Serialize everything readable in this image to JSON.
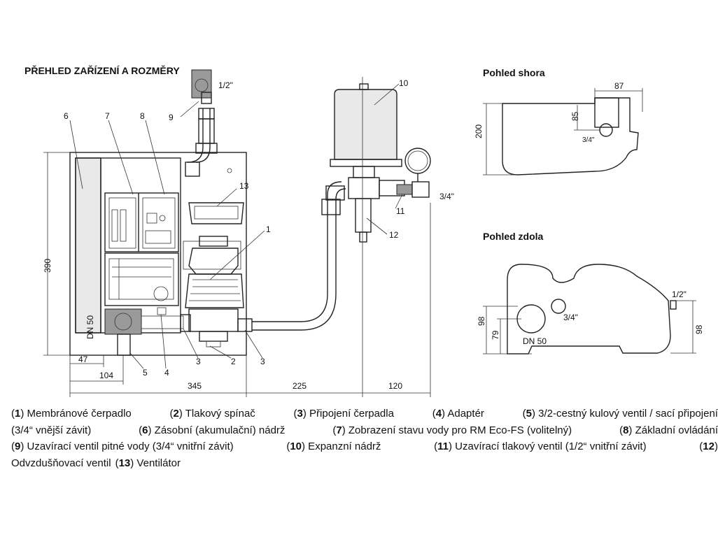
{
  "titles": {
    "main": "PŘEHLED ZAŘÍZENÍ A ROZMĚRY",
    "top_view": "Pohled shora",
    "bottom_view": "Pohled zdola"
  },
  "main_drawing": {
    "callouts": [
      "1",
      "2",
      "3",
      "3",
      "4",
      "5",
      "6",
      "7",
      "8",
      "9",
      "10",
      "11",
      "12",
      "13"
    ],
    "pipe_size_top": "1/2\"",
    "pipe_size_right": "3/4\"",
    "dn_label": "DN 50",
    "dim_height": "390",
    "dim_47": "47",
    "dim_104": "104",
    "dim_345": "345",
    "dim_225": "225",
    "dim_120": "120"
  },
  "top_view": {
    "dim_87": "87",
    "dim_85": "85",
    "dim_200": "200",
    "port_label": "3/4\""
  },
  "bottom_view": {
    "port_label_small": "1/2\"",
    "port_label_large": "3/4\"",
    "dn_label": "DN 50",
    "dim_98_left": "98",
    "dim_79": "79",
    "dim_98_right": "98"
  },
  "legend": {
    "rows": [
      [
        {
          "num": "1",
          "text": " Membránové čerpadlo"
        },
        {
          "num": "2",
          "text": " Tlakový spínač"
        },
        {
          "num": "3",
          "text": " Připojení čerpadla"
        },
        {
          "num": "4",
          "text": " Adaptér"
        },
        {
          "num": "5",
          "text": " 3/2-cestný kulový ventil / sací připojení"
        }
      ],
      [
        {
          "num": "",
          "text": "(3/4“ vnější závit)"
        },
        {
          "num": "6",
          "text": " Zásobní (akumulační) nádrž"
        },
        {
          "num": "7",
          "text": " Zobrazení stavu vody pro RM Eco-FS (volitelný)"
        },
        {
          "num": "8",
          "text": " Základní ovládání"
        }
      ],
      [
        {
          "num": "9",
          "text": " Uzavírací ventil pitné vody (3/4“ vnitřní závit)"
        },
        {
          "num": "10",
          "text": " Expanzní nádrž"
        },
        {
          "num": "11",
          "text": " Uzavírací tlakový ventil (1/2“ vnitřní závit)"
        },
        {
          "num": "12",
          "text": ""
        }
      ],
      [
        {
          "num": "",
          "text": "Odvzdušňovací ventil"
        },
        {
          "num": "13",
          "text": " Ventilátor"
        }
      ]
    ]
  }
}
